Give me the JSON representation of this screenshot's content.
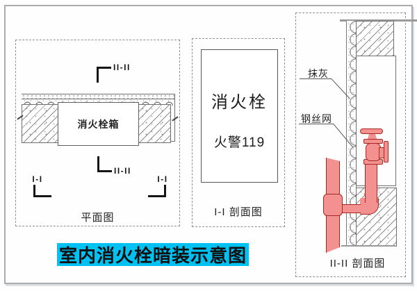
{
  "title": {
    "text": "室内消火栓暗装示意图"
  },
  "plan": {
    "caption": "平面图",
    "cabinet_label": "消火栓箱",
    "marker_top": "II-II",
    "marker_bottom": "II-II",
    "marker_left": "I-I",
    "marker_right": "I-I"
  },
  "section1": {
    "caption": "I-I 剖面图",
    "cabinet_line1": "消火栓",
    "cabinet_line2": "火警119"
  },
  "section2": {
    "caption": "II-II 剖面图",
    "label_plaster": "抹灰",
    "label_mesh": "钢丝网"
  },
  "colors": {
    "title_bg": "#00c1f2",
    "pipe_fill": "#f29190",
    "pipe_stroke": "#a82820",
    "line_gray": "#6f6f6f",
    "dash_gray": "#8f8f8f"
  }
}
